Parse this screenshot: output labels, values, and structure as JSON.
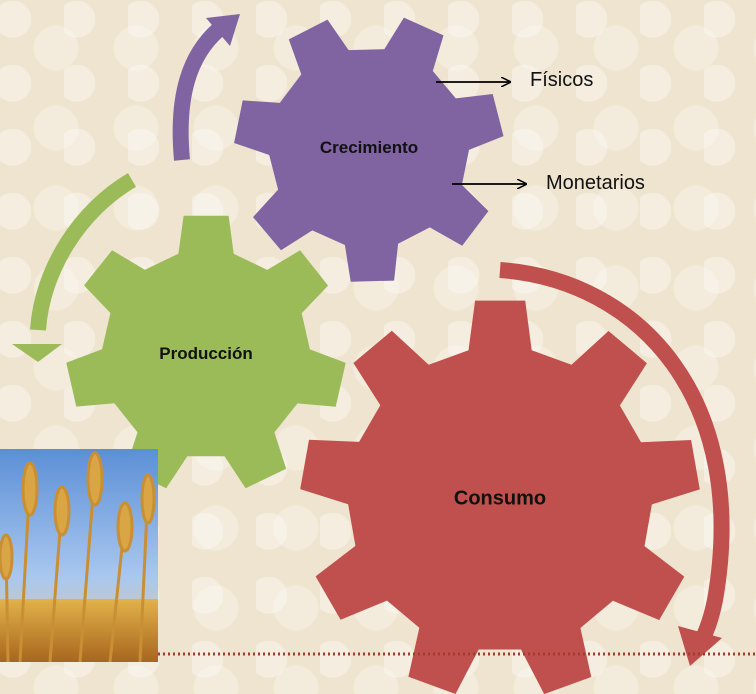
{
  "diagram": {
    "gears": [
      {
        "label": "Crecimiento",
        "color": "#8064a2"
      },
      {
        "label": "Producción",
        "color": "#9bbb59"
      },
      {
        "label": "Consumo",
        "color": "#c0504d"
      }
    ],
    "branches": [
      {
        "label": "Físicos"
      },
      {
        "label": "Monetarios"
      }
    ],
    "arrow_colors": {
      "purple": "#8064a2",
      "green": "#9bbb59",
      "red": "#c0504d",
      "line": "#000000"
    },
    "footer_line_color": "#a33b2c"
  },
  "photo": {
    "subject": "wheat-field-photo"
  }
}
